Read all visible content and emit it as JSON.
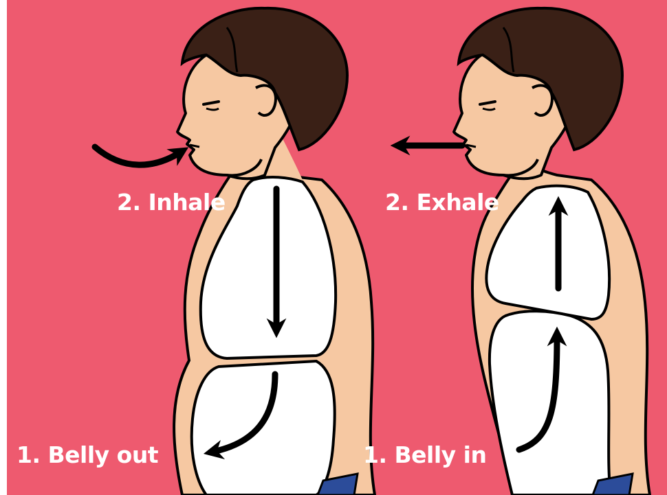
{
  "colors": {
    "background": "#ee5a6f",
    "skin": "#f6c8a2",
    "hair": "#3a2016",
    "outline": "#000000",
    "organ": "#ffffff",
    "shirt": "#2c4c9a",
    "label_text": "#ffffff"
  },
  "left_figure": {
    "state_label": "2. Inhale",
    "belly_label": "1. Belly out"
  },
  "right_figure": {
    "state_label": "2. Exhale",
    "belly_label": "1. Belly in"
  },
  "icons": [
    "inhale-arrow-icon",
    "exhale-arrow-icon",
    "chest-down-arrow-icon",
    "belly-out-arrow-icon",
    "chest-up-arrow-icon",
    "belly-up-arrow-icon"
  ]
}
